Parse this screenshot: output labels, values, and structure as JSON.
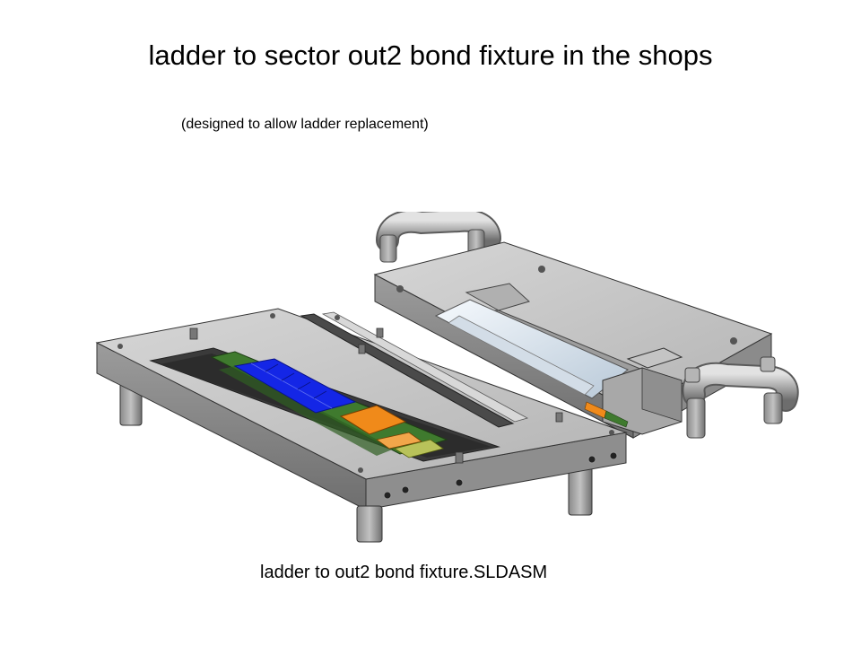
{
  "slide": {
    "title": "ladder to sector out2 bond fixture in the shops",
    "subtitle": "(designed to allow ladder replacement)",
    "caption": "ladder to out2 bond fixture.SLDASM"
  },
  "figure": {
    "parts": [
      "base-plate",
      "cover-plate",
      "handle",
      "ladder-module",
      "sensor-chips",
      "hybrid-board",
      "support-legs"
    ],
    "colors": {
      "metal_light": "#c9c9c9",
      "metal_mid": "#a6a6a6",
      "metal_dark": "#6a6a6a",
      "ladder_green": "#3f7a2e",
      "sensor_blue": "#1426e6",
      "hybrid_orange": "#f08a1a",
      "wedge_light": "#e8f2fb"
    }
  }
}
